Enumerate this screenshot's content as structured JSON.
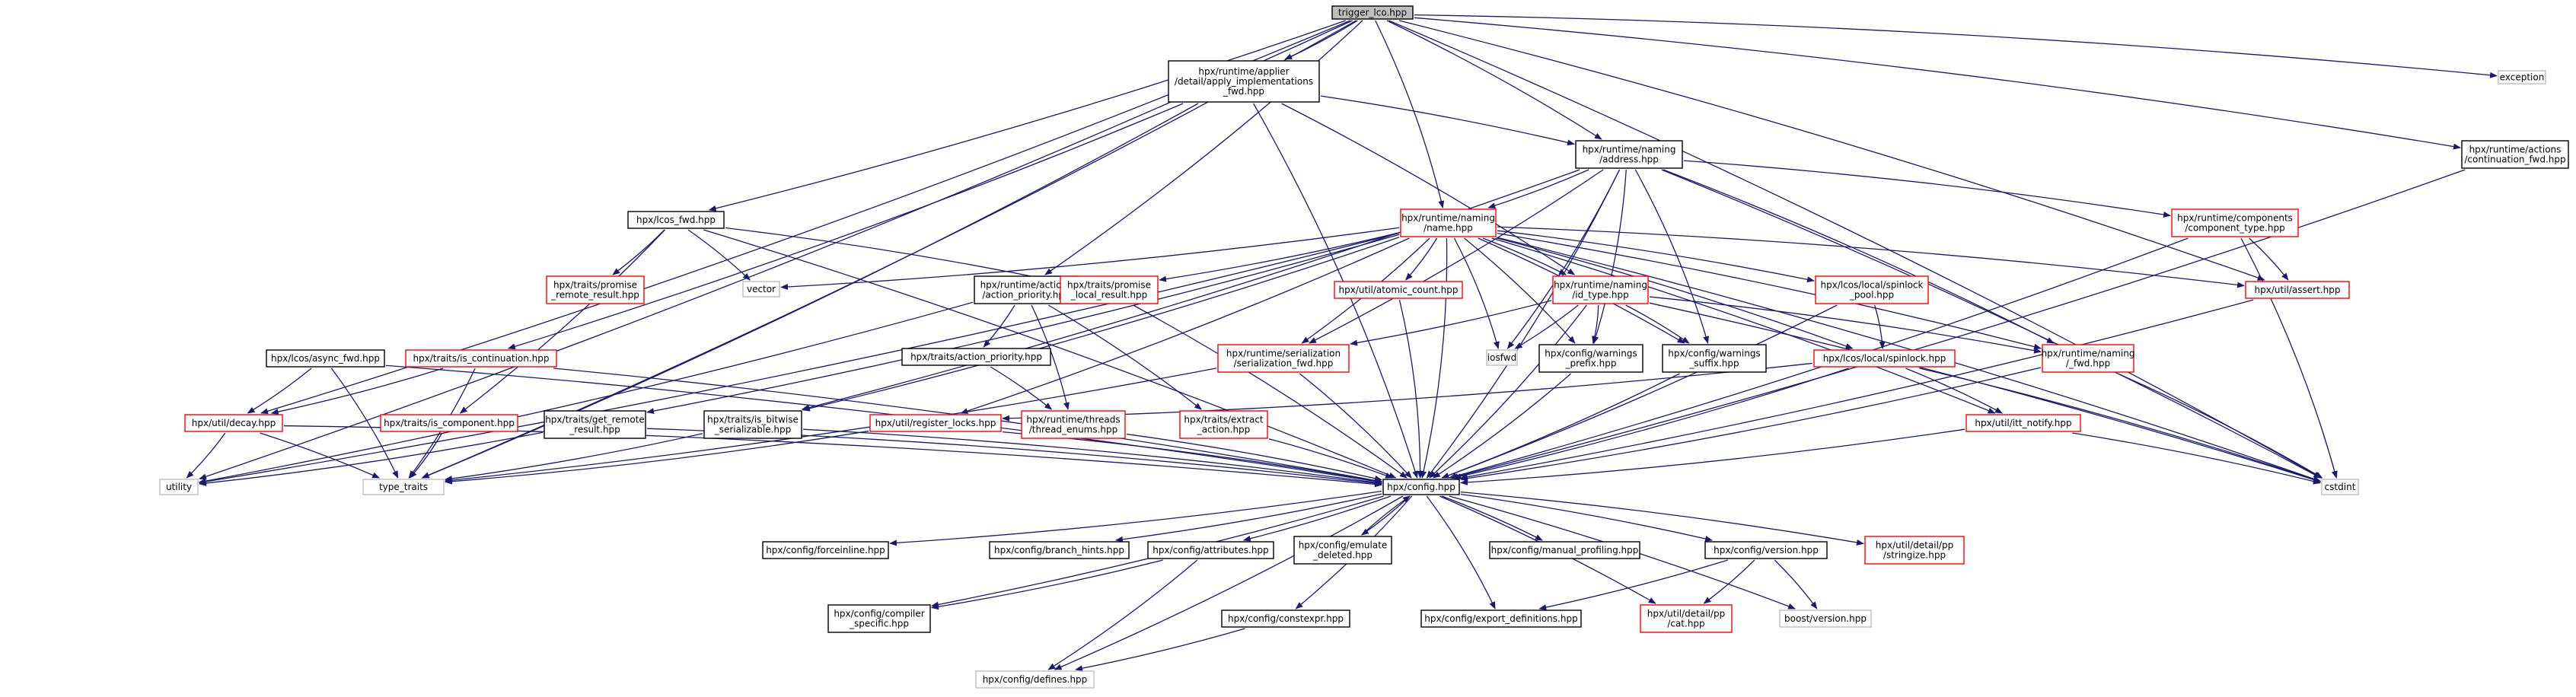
{
  "colors": {
    "edge": "#191970",
    "box_default": "#000000",
    "box_incomplete": "#ff0000",
    "box_system": "#bfbfbf",
    "root_fill": "#bfbfbf",
    "text": "#000000"
  },
  "nodes": {
    "trigger_lco": {
      "lines": [
        "trigger_lco.hpp"
      ],
      "style": "root"
    },
    "exception": {
      "lines": [
        "exception"
      ],
      "style": "system"
    },
    "continuation_fwd": {
      "lines": [
        "hpx/runtime/actions",
        "/continuation_fwd.hpp"
      ],
      "style": "default"
    },
    "apply_impl_fwd": {
      "lines": [
        "hpx/runtime/applier",
        "/detail/apply_implementations",
        "_fwd.hpp"
      ],
      "style": "default"
    },
    "address": {
      "lines": [
        "hpx/runtime/naming",
        "/address.hpp"
      ],
      "style": "default"
    },
    "lcos_fwd": {
      "lines": [
        "hpx/lcos_fwd.hpp"
      ],
      "style": "default"
    },
    "naming_name": {
      "lines": [
        "hpx/runtime/naming",
        "/name.hpp"
      ],
      "style": "incomplete"
    },
    "component_type": {
      "lines": [
        "hpx/runtime/components",
        "/component_type.hpp"
      ],
      "style": "incomplete"
    },
    "promise_remote": {
      "lines": [
        "hpx/traits/promise",
        "_remote_result.hpp"
      ],
      "style": "incomplete"
    },
    "vector": {
      "lines": [
        "vector"
      ],
      "style": "system"
    },
    "action_priority": {
      "lines": [
        "hpx/runtime/actions",
        "/action_priority.hpp"
      ],
      "style": "default"
    },
    "promise_local": {
      "lines": [
        "hpx/traits/promise",
        "_local_result.hpp"
      ],
      "style": "incomplete"
    },
    "atomic_count": {
      "lines": [
        "hpx/util/atomic_count.hpp"
      ],
      "style": "incomplete"
    },
    "id_type": {
      "lines": [
        "hpx/runtime/naming",
        "/id_type.hpp"
      ],
      "style": "incomplete"
    },
    "spinlock_pool": {
      "lines": [
        "hpx/lcos/local/spinlock",
        "_pool.hpp"
      ],
      "style": "incomplete"
    },
    "util_assert": {
      "lines": [
        "hpx/util/assert.hpp"
      ],
      "style": "incomplete"
    },
    "async_fwd": {
      "lines": [
        "hpx/lcos/async_fwd.hpp"
      ],
      "style": "default"
    },
    "is_continuation": {
      "lines": [
        "hpx/traits/is_continuation.hpp"
      ],
      "style": "incomplete"
    },
    "traits_action_priority": {
      "lines": [
        "hpx/traits/action_priority.hpp"
      ],
      "style": "default"
    },
    "serialization_fwd": {
      "lines": [
        "hpx/runtime/serialization",
        "/serialization_fwd.hpp"
      ],
      "style": "incomplete"
    },
    "iosfwd": {
      "lines": [
        "iosfwd"
      ],
      "style": "system"
    },
    "warnings_prefix": {
      "lines": [
        "hpx/config/warnings",
        "_prefix.hpp"
      ],
      "style": "default"
    },
    "warnings_suffix": {
      "lines": [
        "hpx/config/warnings",
        "_suffix.hpp"
      ],
      "style": "default"
    },
    "spinlock": {
      "lines": [
        "hpx/lcos/local/spinlock.hpp"
      ],
      "style": "incomplete"
    },
    "naming_fwd": {
      "lines": [
        "hpx/runtime/naming",
        "/_fwd.hpp"
      ],
      "style": "incomplete"
    },
    "util_decay": {
      "lines": [
        "hpx/util/decay.hpp"
      ],
      "style": "incomplete"
    },
    "is_component": {
      "lines": [
        "hpx/traits/is_component.hpp"
      ],
      "style": "incomplete"
    },
    "get_remote_result": {
      "lines": [
        "hpx/traits/get_remote",
        "_result.hpp"
      ],
      "style": "default"
    },
    "is_bitwise": {
      "lines": [
        "hpx/traits/is_bitwise",
        "_serializable.hpp"
      ],
      "style": "default"
    },
    "register_locks": {
      "lines": [
        "hpx/util/register_locks.hpp"
      ],
      "style": "incomplete"
    },
    "thread_enums": {
      "lines": [
        "hpx/runtime/threads",
        "/thread_enums.hpp"
      ],
      "style": "incomplete"
    },
    "extract_action": {
      "lines": [
        "hpx/traits/extract",
        "_action.hpp"
      ],
      "style": "incomplete"
    },
    "itt_notify": {
      "lines": [
        "hpx/util/itt_notify.hpp"
      ],
      "style": "incomplete"
    },
    "utility": {
      "lines": [
        "utility"
      ],
      "style": "system"
    },
    "type_traits": {
      "lines": [
        "type_traits"
      ],
      "style": "system"
    },
    "config": {
      "lines": [
        "hpx/config.hpp"
      ],
      "style": "default"
    },
    "cstdint": {
      "lines": [
        "cstdint"
      ],
      "style": "system"
    },
    "forceinline": {
      "lines": [
        "hpx/config/forceinline.hpp"
      ],
      "style": "default"
    },
    "branch_hints": {
      "lines": [
        "hpx/config/branch_hints.hpp"
      ],
      "style": "default"
    },
    "attributes": {
      "lines": [
        "hpx/config/attributes.hpp"
      ],
      "style": "default"
    },
    "emulate_deleted": {
      "lines": [
        "hpx/config/emulate",
        "_deleted.hpp"
      ],
      "style": "default"
    },
    "manual_profiling": {
      "lines": [
        "hpx/config/manual_profiling.hpp"
      ],
      "style": "default"
    },
    "config_version": {
      "lines": [
        "hpx/config/version.hpp"
      ],
      "style": "default"
    },
    "stringize": {
      "lines": [
        "hpx/util/detail/pp",
        "/stringize.hpp"
      ],
      "style": "incomplete"
    },
    "compiler_specific": {
      "lines": [
        "hpx/config/compiler",
        "_specific.hpp"
      ],
      "style": "default"
    },
    "constexpr": {
      "lines": [
        "hpx/config/constexpr.hpp"
      ],
      "style": "default"
    },
    "export_definitions": {
      "lines": [
        "hpx/config/export_definitions.hpp"
      ],
      "style": "default"
    },
    "pp_cat": {
      "lines": [
        "hpx/util/detail/pp",
        "/cat.hpp"
      ],
      "style": "incomplete"
    },
    "boost_version": {
      "lines": [
        "boost/version.hpp"
      ],
      "style": "system"
    },
    "defines": {
      "lines": [
        "hpx/config/defines.hpp"
      ],
      "style": "system"
    }
  },
  "edges": [
    [
      "trigger_lco",
      "exception"
    ],
    [
      "trigger_lco",
      "continuation_fwd"
    ],
    [
      "trigger_lco",
      "apply_impl_fwd"
    ],
    [
      "trigger_lco",
      "address"
    ],
    [
      "trigger_lco",
      "lcos_fwd"
    ],
    [
      "trigger_lco",
      "naming_name"
    ],
    [
      "trigger_lco",
      "action_priority"
    ],
    [
      "trigger_lco",
      "util_assert"
    ],
    [
      "trigger_lco",
      "util_decay"
    ],
    [
      "trigger_lco",
      "utility"
    ],
    [
      "trigger_lco",
      "type_traits"
    ],
    [
      "trigger_lco",
      "cstdint"
    ],
    [
      "continuation_fwd",
      "config"
    ],
    [
      "apply_impl_fwd",
      "address"
    ],
    [
      "apply_impl_fwd",
      "id_type"
    ],
    [
      "apply_impl_fwd",
      "is_continuation"
    ],
    [
      "apply_impl_fwd",
      "type_traits"
    ],
    [
      "apply_impl_fwd",
      "config"
    ],
    [
      "address",
      "naming_name"
    ],
    [
      "address",
      "component_type"
    ],
    [
      "address",
      "naming_fwd"
    ],
    [
      "address",
      "iosfwd"
    ],
    [
      "address",
      "warnings_prefix"
    ],
    [
      "address",
      "warnings_suffix"
    ],
    [
      "address",
      "is_bitwise"
    ],
    [
      "address",
      "serialization_fwd"
    ],
    [
      "address",
      "cstdint"
    ],
    [
      "address",
      "config"
    ],
    [
      "lcos_fwd",
      "promise_remote"
    ],
    [
      "lcos_fwd",
      "promise_local"
    ],
    [
      "lcos_fwd",
      "vector"
    ],
    [
      "lcos_fwd",
      "is_component"
    ],
    [
      "lcos_fwd",
      "config"
    ],
    [
      "naming_name",
      "id_type"
    ],
    [
      "naming_name",
      "atomic_count"
    ],
    [
      "naming_name",
      "spinlock_pool"
    ],
    [
      "naming_name",
      "spinlock"
    ],
    [
      "naming_name",
      "util_assert"
    ],
    [
      "naming_name",
      "naming_fwd"
    ],
    [
      "naming_name",
      "serialization_fwd"
    ],
    [
      "naming_name",
      "vector"
    ],
    [
      "naming_name",
      "iosfwd"
    ],
    [
      "naming_name",
      "warnings_prefix"
    ],
    [
      "naming_name",
      "warnings_suffix"
    ],
    [
      "naming_name",
      "promise_local"
    ],
    [
      "naming_name",
      "register_locks"
    ],
    [
      "naming_name",
      "get_remote_result"
    ],
    [
      "naming_name",
      "itt_notify"
    ],
    [
      "naming_name",
      "cstdint"
    ],
    [
      "naming_name",
      "config"
    ],
    [
      "naming_name",
      "utility"
    ],
    [
      "naming_name",
      "is_bitwise"
    ],
    [
      "component_type",
      "util_assert"
    ],
    [
      "component_type",
      "config"
    ],
    [
      "component_type",
      "cstdint"
    ],
    [
      "action_priority",
      "traits_action_priority"
    ],
    [
      "action_priority",
      "thread_enums"
    ],
    [
      "action_priority",
      "extract_action"
    ],
    [
      "action_priority",
      "utility"
    ],
    [
      "promise_local",
      "config"
    ],
    [
      "atomic_count",
      "config"
    ],
    [
      "id_type",
      "naming_fwd"
    ],
    [
      "id_type",
      "serialization_fwd"
    ],
    [
      "id_type",
      "iosfwd"
    ],
    [
      "id_type",
      "warnings_prefix"
    ],
    [
      "id_type",
      "warnings_suffix"
    ],
    [
      "id_type",
      "config"
    ],
    [
      "id_type",
      "cstdint"
    ],
    [
      "spinlock_pool",
      "spinlock"
    ],
    [
      "spinlock_pool",
      "config"
    ],
    [
      "util_assert",
      "config"
    ],
    [
      "async_fwd",
      "util_decay"
    ],
    [
      "async_fwd",
      "config"
    ],
    [
      "async_fwd",
      "type_traits"
    ],
    [
      "is_continuation",
      "util_decay"
    ],
    [
      "is_continuation",
      "type_traits"
    ],
    [
      "is_continuation",
      "config"
    ],
    [
      "traits_action_priority",
      "thread_enums"
    ],
    [
      "serialization_fwd",
      "config"
    ],
    [
      "serialization_fwd",
      "type_traits"
    ],
    [
      "warnings_prefix",
      "config"
    ],
    [
      "warnings_suffix",
      "config"
    ],
    [
      "spinlock",
      "config"
    ],
    [
      "spinlock",
      "register_locks"
    ],
    [
      "spinlock",
      "itt_notify"
    ],
    [
      "spinlock",
      "cstdint"
    ],
    [
      "naming_fwd",
      "config"
    ],
    [
      "naming_fwd",
      "cstdint"
    ],
    [
      "util_decay",
      "utility"
    ],
    [
      "util_decay",
      "type_traits"
    ],
    [
      "util_decay",
      "config"
    ],
    [
      "is_component",
      "type_traits"
    ],
    [
      "get_remote_result",
      "utility"
    ],
    [
      "get_remote_result",
      "config"
    ],
    [
      "is_bitwise",
      "type_traits"
    ],
    [
      "is_bitwise",
      "config"
    ],
    [
      "register_locks",
      "config"
    ],
    [
      "register_locks",
      "type_traits"
    ],
    [
      "thread_enums",
      "config"
    ],
    [
      "extract_action",
      "config"
    ],
    [
      "itt_notify",
      "config"
    ],
    [
      "itt_notify",
      "cstdint"
    ],
    [
      "config",
      "forceinline"
    ],
    [
      "config",
      "branch_hints"
    ],
    [
      "config",
      "attributes"
    ],
    [
      "config",
      "emulate_deleted"
    ],
    [
      "config",
      "manual_profiling"
    ],
    [
      "config",
      "config_version"
    ],
    [
      "config",
      "stringize"
    ],
    [
      "config",
      "compiler_specific"
    ],
    [
      "config",
      "constexpr"
    ],
    [
      "config",
      "export_definitions"
    ],
    [
      "config",
      "pp_cat"
    ],
    [
      "config",
      "boost_version"
    ],
    [
      "config",
      "defines"
    ],
    [
      "emulate_deleted",
      "config"
    ],
    [
      "attributes",
      "compiler_specific"
    ],
    [
      "attributes",
      "defines"
    ],
    [
      "config_version",
      "export_definitions"
    ],
    [
      "config_version",
      "pp_cat"
    ],
    [
      "config_version",
      "boost_version"
    ],
    [
      "constexpr",
      "defines"
    ]
  ]
}
